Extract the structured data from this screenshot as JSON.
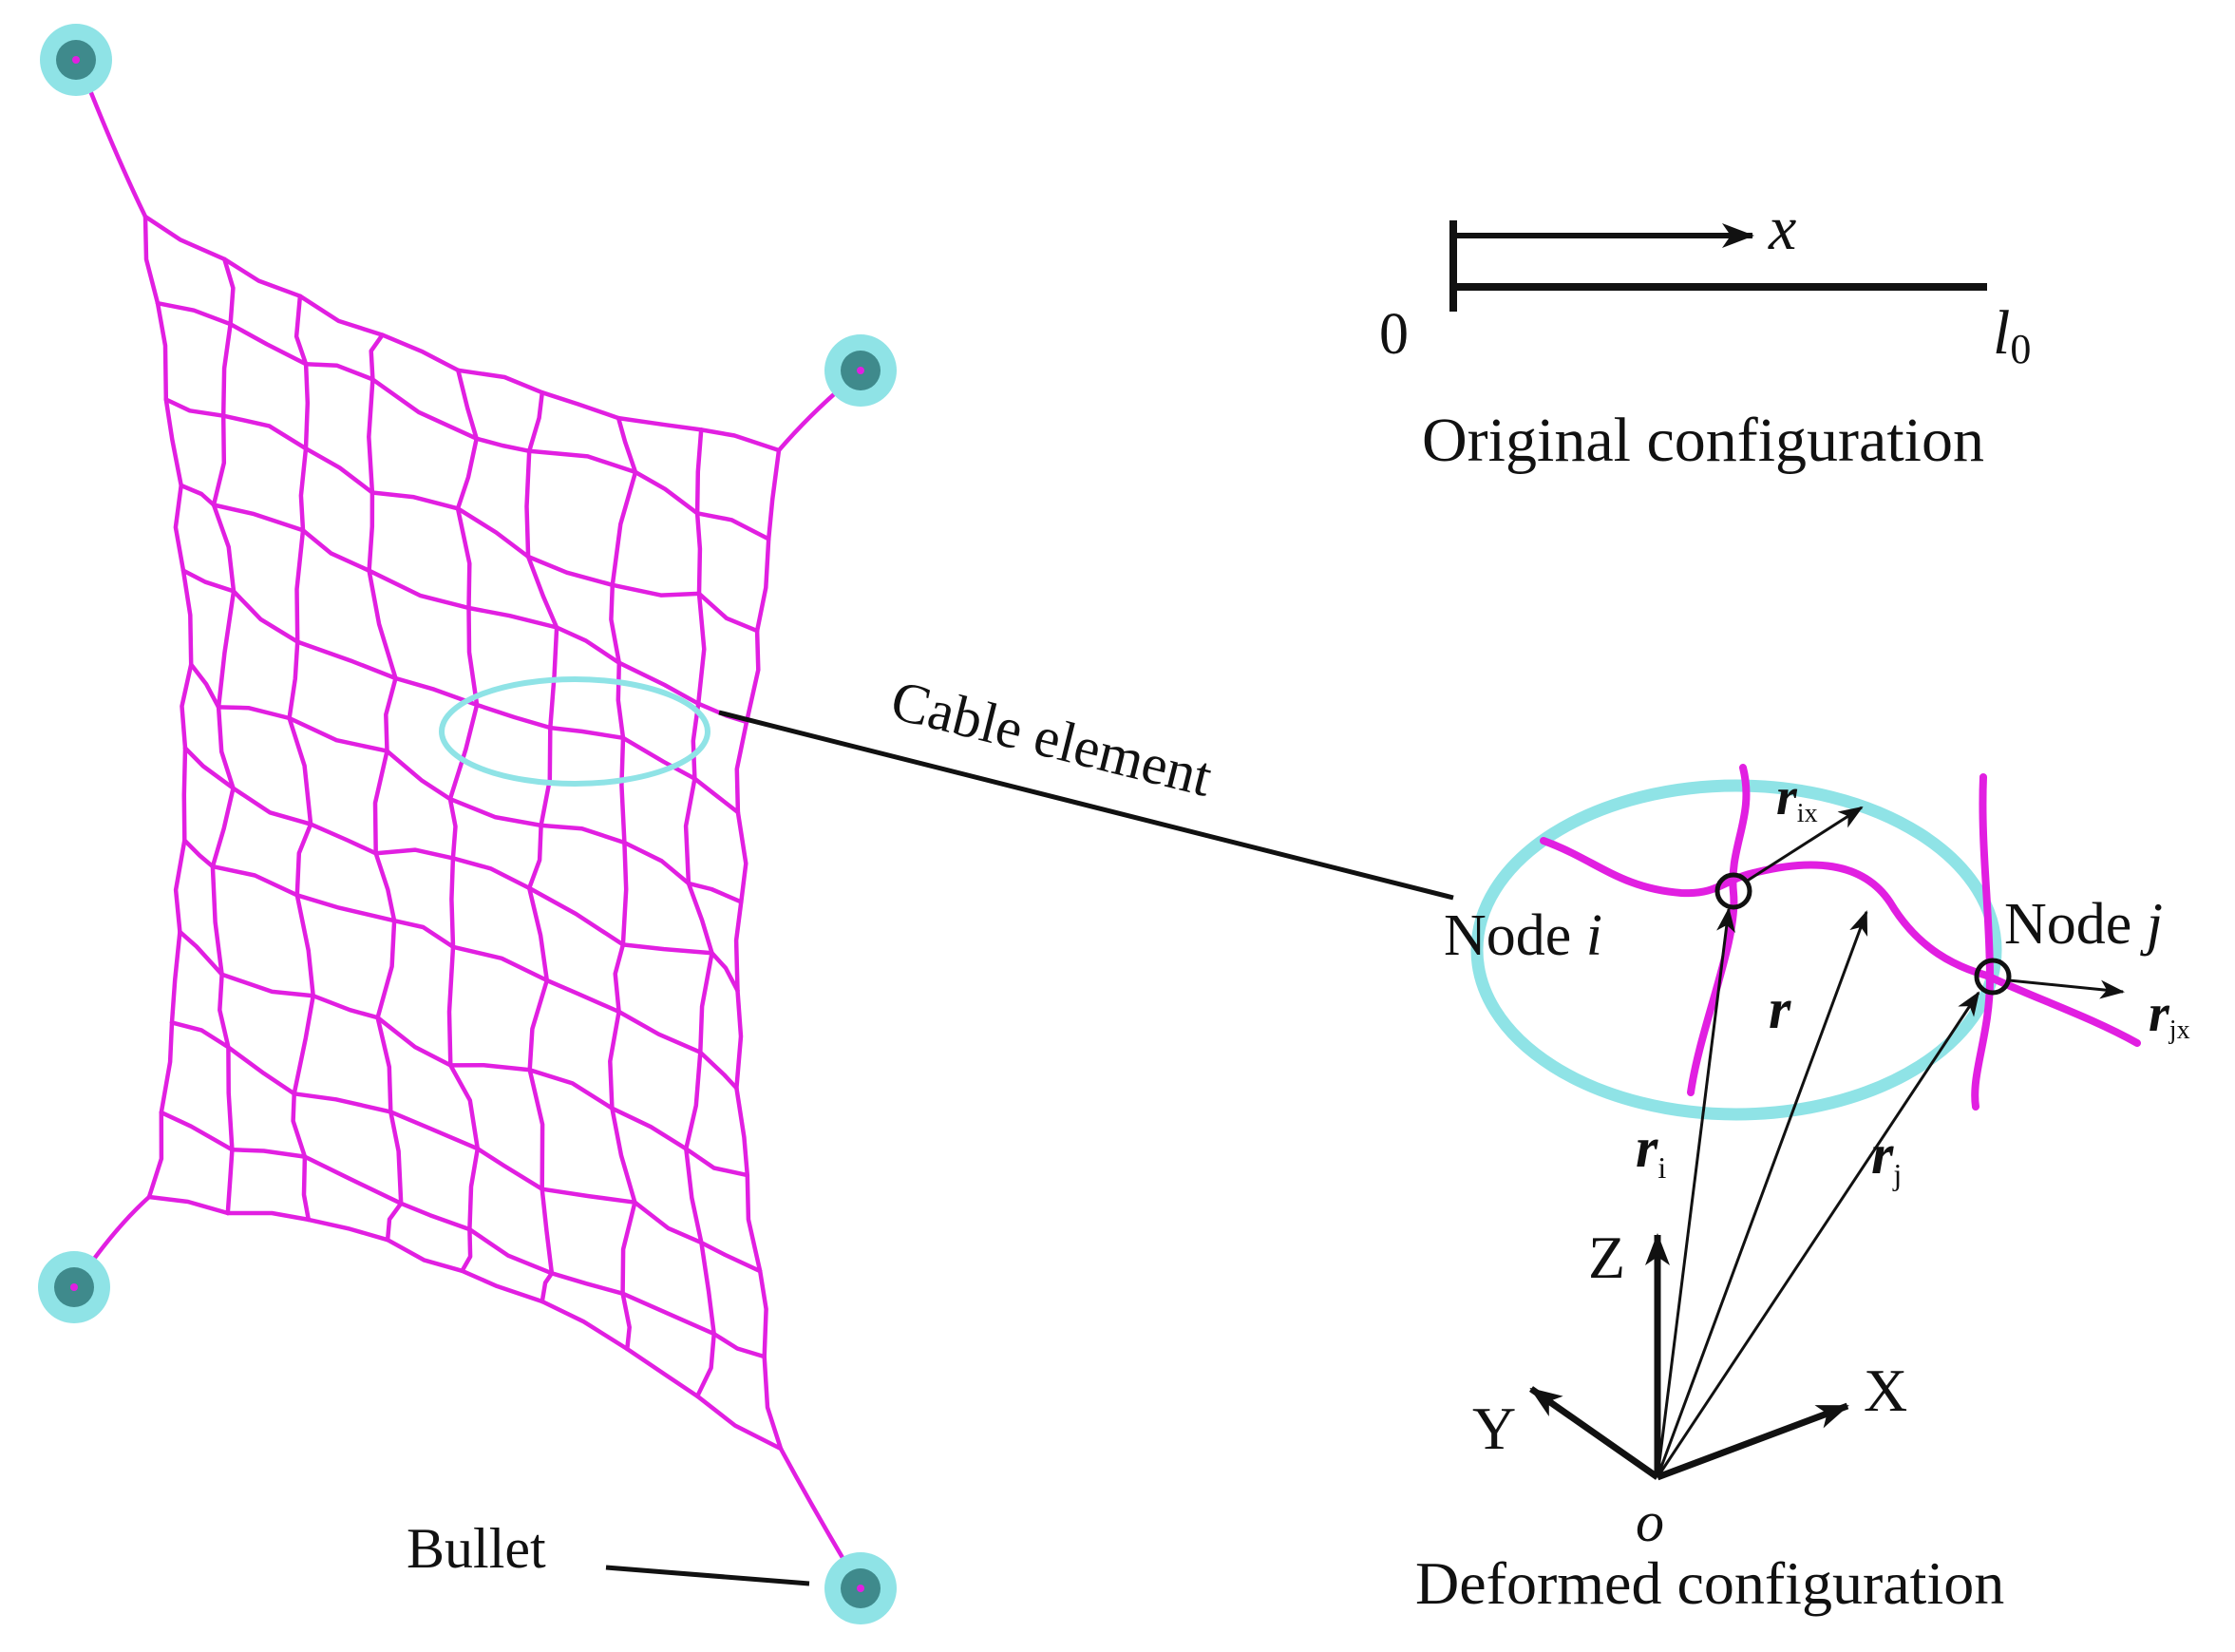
{
  "colors": {
    "net": "#e11fe1",
    "ring": "#8fe3e6",
    "ring_dark": "#3f8a8c",
    "ink": "#111111"
  },
  "labels": {
    "cable_element": "Cable element",
    "bullet": "Bullet",
    "original_configuration": "Original configuration",
    "deformed_configuration": "Deformed configuration",
    "axis_x_small": "x",
    "origin_zero": "0",
    "length_l": "l",
    "length_sub": "0",
    "node_i_text": "Node ",
    "node_i_var": "i",
    "node_j_text": "Node ",
    "node_j_var": "j",
    "r": "r",
    "r_i": "r",
    "r_i_sub": "i",
    "r_j": "r",
    "r_j_sub": "j",
    "r_ix": "r",
    "r_ix_sub": "ix",
    "r_jx": "r",
    "r_jx_sub": "jx",
    "axis_Z": "Z",
    "axis_Y": "Y",
    "axis_X": "X",
    "origin_o": "o"
  }
}
